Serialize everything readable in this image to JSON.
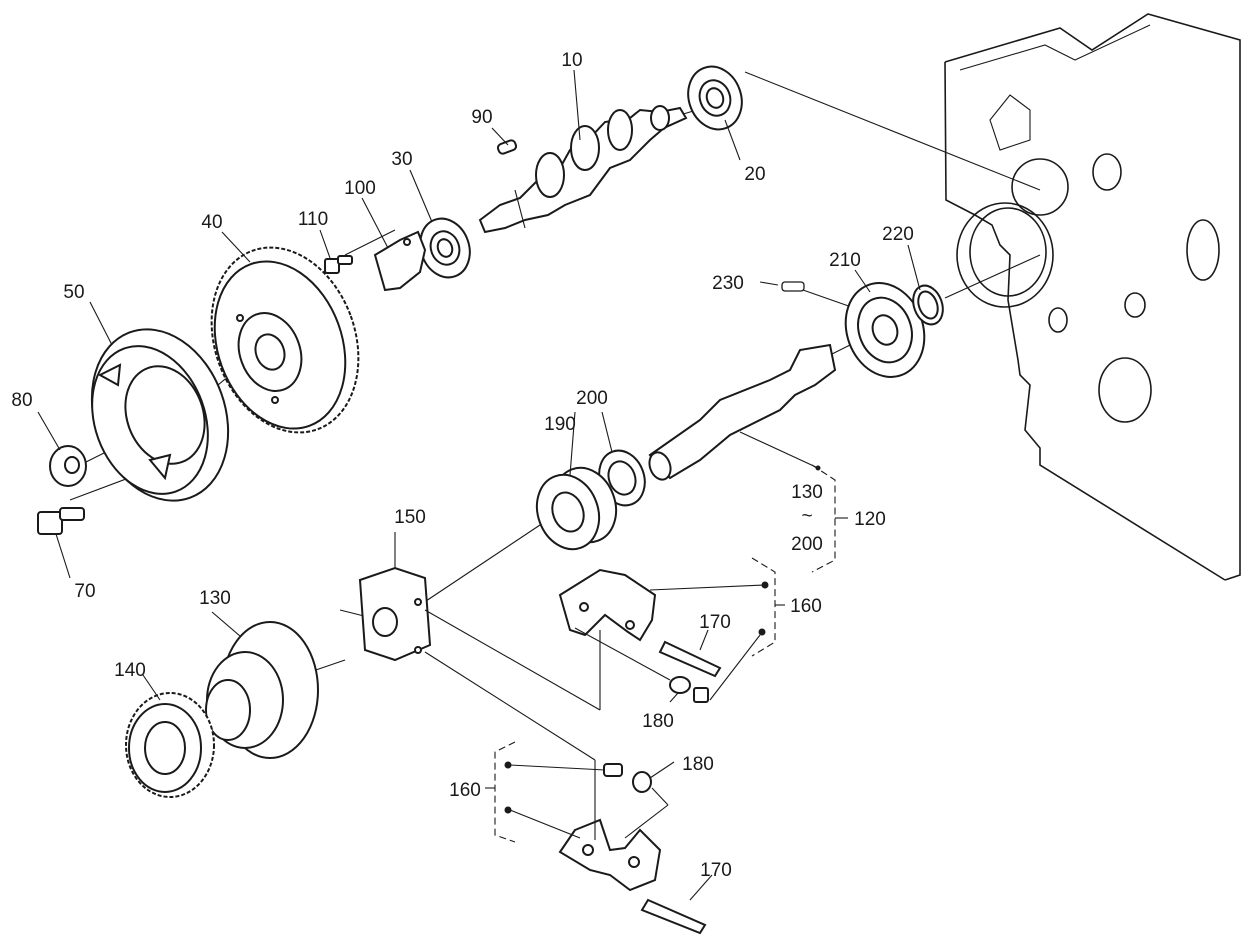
{
  "labels": {
    "l10": "10",
    "l20": "20",
    "l30": "30",
    "l40": "40",
    "l50": "50",
    "l70": "70",
    "l80": "80",
    "l90": "90",
    "l100": "100",
    "l110": "110",
    "l120": "120",
    "l130a": "130",
    "l130b": "130",
    "l140": "140",
    "l150": "150",
    "l160a": "160",
    "l160b": "160",
    "l170a": "170",
    "l170b": "170",
    "l180a": "180",
    "l180b": "180",
    "l190": "190",
    "l200a": "200",
    "l200b": "200",
    "l210": "210",
    "l220": "220",
    "l230": "230",
    "tilde": "~"
  }
}
